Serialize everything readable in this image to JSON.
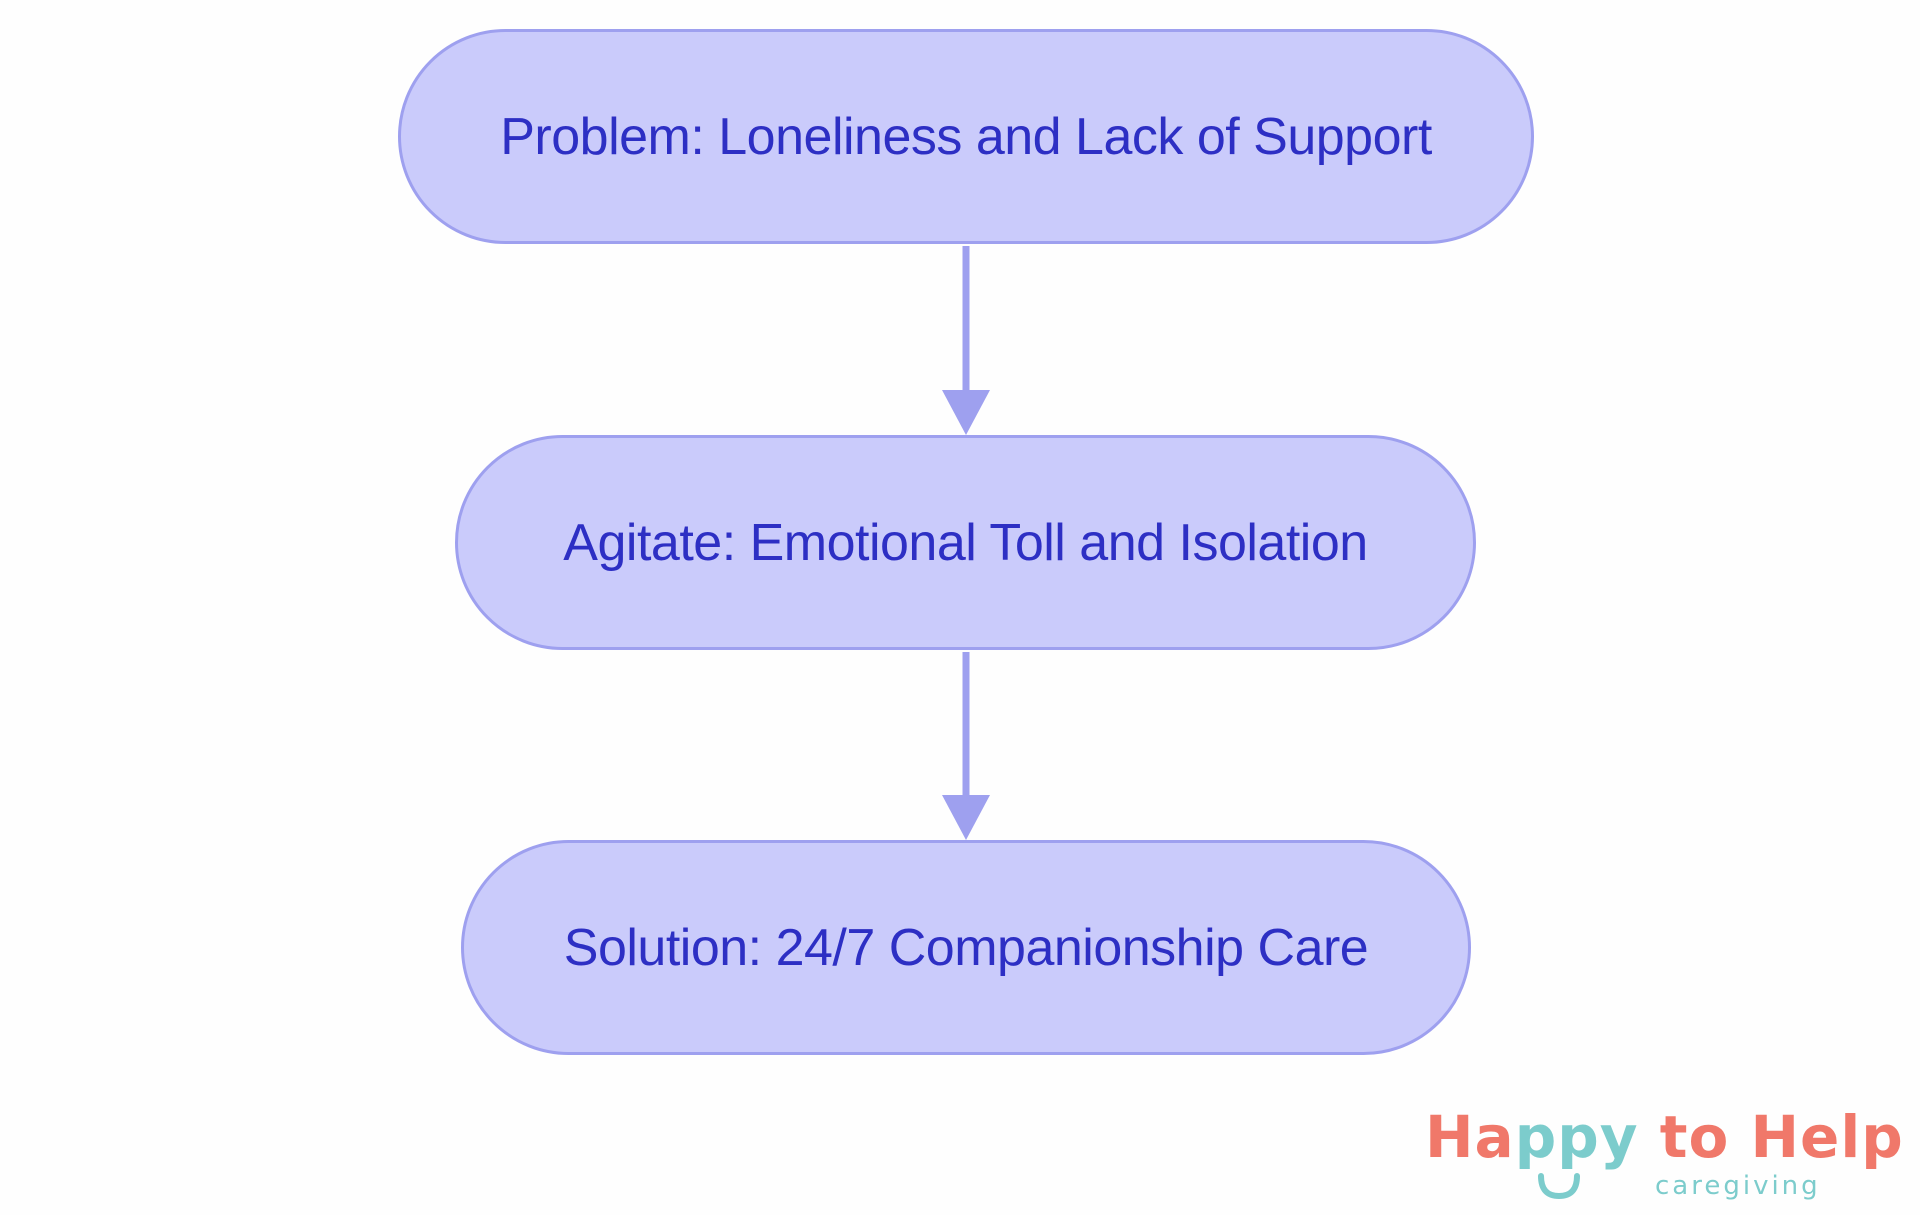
{
  "diagram": {
    "nodes": [
      {
        "id": "problem",
        "label": "Problem: Loneliness and Lack of Support"
      },
      {
        "id": "agitate",
        "label": "Agitate: Emotional Toll and Isolation"
      },
      {
        "id": "solution",
        "label": "Solution: 24/7 Companionship Care"
      }
    ],
    "edges": [
      {
        "from": "problem",
        "to": "agitate"
      },
      {
        "from": "agitate",
        "to": "solution"
      }
    ]
  },
  "logo": {
    "part1": "Ha",
    "part2": "ppy",
    "part3": " to Help",
    "subtitle": "caregiving"
  },
  "colors": {
    "node_fill": "#cacbfb",
    "node_border": "#9ea0ef",
    "node_text": "#2d2fc4",
    "arrow": "#9ea0ef",
    "logo_coral": "#f0786a",
    "logo_teal": "#7ccccc"
  }
}
